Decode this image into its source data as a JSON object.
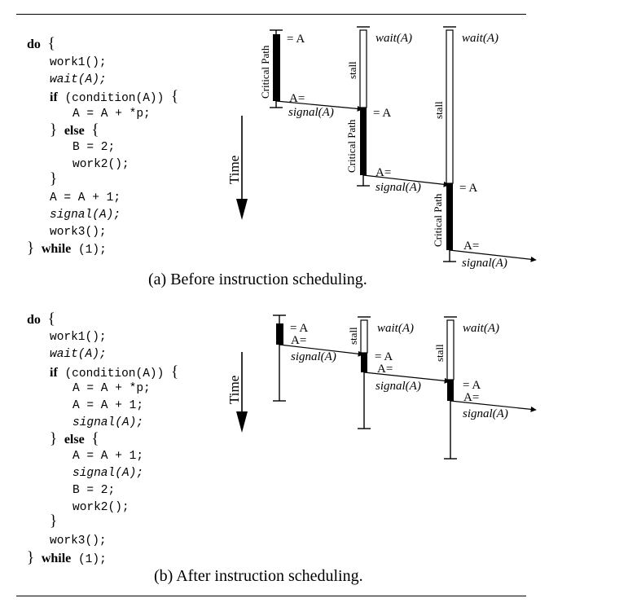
{
  "panel_a": {
    "caption": "(a) Before instruction scheduling.",
    "code": [
      [
        "do",
        "{"
      ],
      [
        "work1();"
      ],
      [
        "wait(A);"
      ],
      [
        "if",
        "(condition(A))",
        "{"
      ],
      [
        "A = A + *p;"
      ],
      [
        "}",
        "else",
        "{"
      ],
      [
        "B = 2;"
      ],
      [
        "work2();"
      ],
      [
        "}"
      ],
      [
        "A = A + 1;"
      ],
      [
        "signal(A);"
      ],
      [
        "work3();"
      ],
      [
        "}",
        "while",
        "(1);"
      ]
    ],
    "time_label": "Time",
    "labels": {
      "critical_path": "Critical Path",
      "stall": "stall",
      "read_a": "= A",
      "write_a": "A=",
      "wait": "wait(A)",
      "signal": "signal(A)"
    }
  },
  "panel_b": {
    "caption": "(b) After instruction scheduling.",
    "code": [
      [
        "do",
        "{"
      ],
      [
        "work1();"
      ],
      [
        "wait(A);"
      ],
      [
        "if",
        "(condition(A))",
        "{"
      ],
      [
        "A = A + *p;"
      ],
      [
        "A = A + 1;"
      ],
      [
        "signal(A);"
      ],
      [
        "}",
        "else",
        "{"
      ],
      [
        "A = A + 1;"
      ],
      [
        "signal(A);"
      ],
      [
        "B = 2;"
      ],
      [
        "work2();"
      ],
      [
        "}"
      ],
      [
        "work3();"
      ],
      [
        "}",
        "while",
        "(1);"
      ]
    ],
    "time_label": "Time",
    "labels": {
      "stall": "stall",
      "read_a": "= A",
      "write_a": "A=",
      "wait": "wait(A)",
      "signal": "signal(A)"
    }
  }
}
